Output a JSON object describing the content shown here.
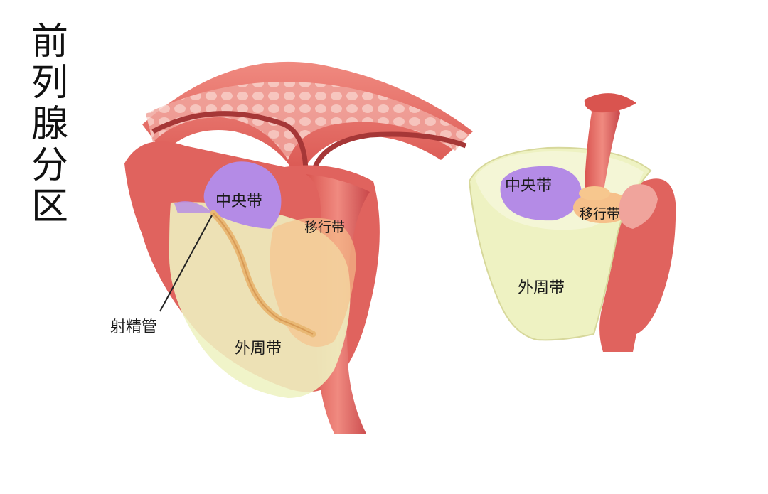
{
  "title": "前列腺分区",
  "left_figure": {
    "central_zone": "中央带",
    "transition_zone": "移行带",
    "ejaculatory_duct": "射精管",
    "peripheral_zone": "外周带"
  },
  "right_figure": {
    "central_zone": "中央带",
    "transition_zone": "移行带",
    "peripheral_zone": "外周带"
  },
  "colors": {
    "tissue": "#e0635e",
    "tissue_dark": "#b83f3f",
    "tissue_light": "#f4b8b0",
    "central_zone": "#b48be6",
    "peripheral_zone": "#eef2c2",
    "transition_zone": "#f6c08a"
  }
}
